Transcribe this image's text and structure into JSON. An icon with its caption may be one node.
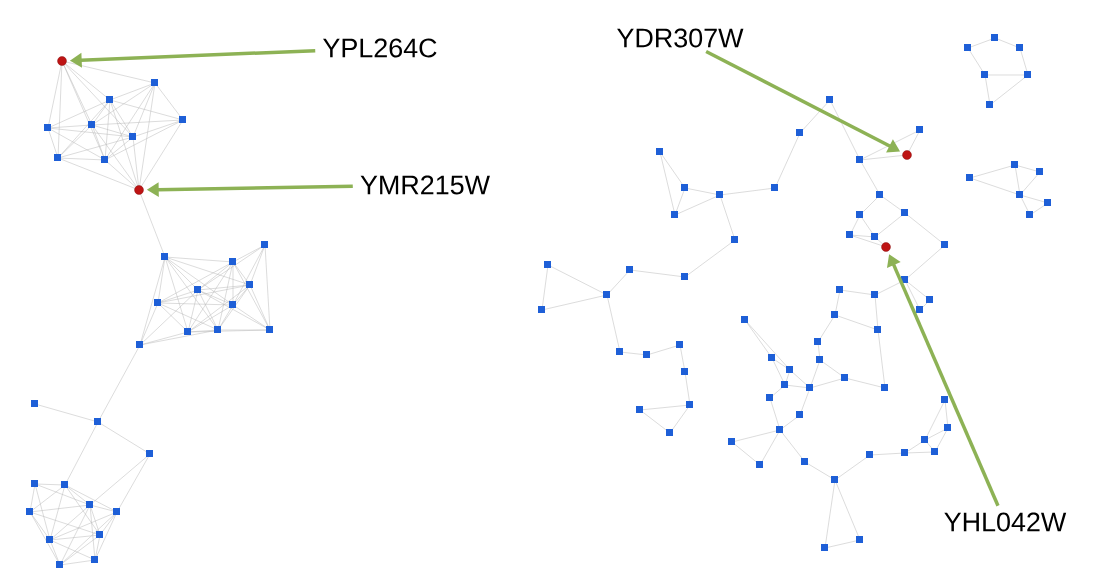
{
  "diagram": {
    "nodes": [
      {
        "text": [],
        "shape": "circle"
      },
      {
        "text": [
          "YPL264C"
        ]
      },
      {
        "text": [],
        "shape": "circle"
      },
      {
        "text": [
          "YMR215W"
        ]
      },
      {
        "text": [
          "YDR307W"
        ]
      },
      {
        "text": [],
        "shape": "circle"
      },
      {
        "text": [],
        "shape": "circle"
      },
      {
        "text": [
          "YHL042W"
        ]
      }
    ],
    "edges": [
      {
        "from": 1,
        "to": 0,
        "arrow": "to"
      },
      {
        "from": 3,
        "to": 2,
        "arrow": "to"
      },
      {
        "from": 4,
        "to": 5,
        "arrow": "to"
      },
      {
        "from": 7,
        "to": 6,
        "arrow": "to"
      }
    ]
  }
}
